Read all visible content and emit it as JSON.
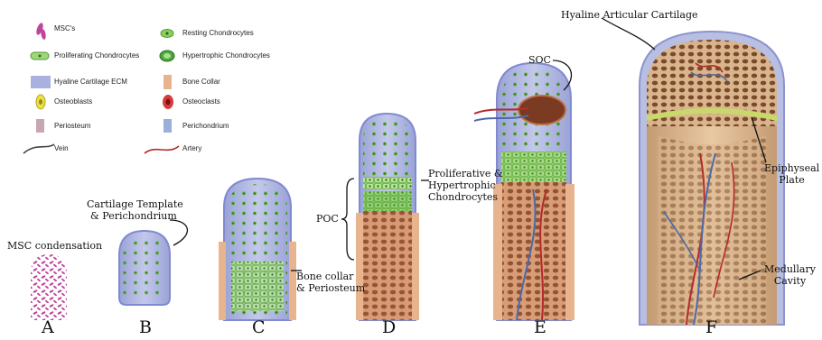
{
  "legend": [
    {
      "label": "MSC's",
      "icon": "msc-icon",
      "color": "#c0459a"
    },
    {
      "label": "Proliferating Chondrocytes",
      "icon": "proliferating-chondrocytes-icon",
      "color": "#8ccf5a"
    },
    {
      "label": "Hyaline Cartilage ECM",
      "icon": "hyaline-ecm-icon",
      "color": "#a9b2df"
    },
    {
      "label": "Osteoblasts",
      "icon": "osteoblast-icon",
      "color": "#e8e14a"
    },
    {
      "label": "Periosteum",
      "icon": "periosteum-icon",
      "color": "#c8a7b3"
    },
    {
      "label": "Vein",
      "icon": "vein-icon",
      "color": "#444444"
    },
    {
      "label": "Resting Chondrocytes",
      "icon": "resting-chondrocytes-icon",
      "color": "#8ccf5a"
    },
    {
      "label": "Hypertrophic Chondrocytes",
      "icon": "hypertrophic-chondrocytes-icon",
      "color": "#4ea63c"
    },
    {
      "label": "Bone Collar",
      "icon": "bone-collar-icon",
      "color": "#e8b48e"
    },
    {
      "label": "Osteoclasts",
      "icon": "osteoclast-icon",
      "color": "#d83b3b"
    },
    {
      "label": "Perichondrium",
      "icon": "perichondrium-icon",
      "color": "#9ab0d8"
    },
    {
      "label": "Artery",
      "icon": "artery-icon",
      "color": "#b52a2a"
    }
  ],
  "labels": {
    "msc_condensation": "MSC condensation",
    "cartilage_template_1": "Cartilage Template",
    "cartilage_template_2": "& Perichondrium",
    "bone_collar_1": "Bone collar",
    "bone_collar_2": "& Periosteum",
    "poc": "POC",
    "prolif_1": "Proliferative &",
    "prolif_2": "Hypertrophic",
    "prolif_3": "Chondrocytes",
    "soc": "SOC",
    "hyaline": "Hyaline Articular Cartilage",
    "epiphyseal_1": "Epiphyseal",
    "epiphyseal_2": "Plate",
    "medullary_1": "Medullary",
    "medullary_2": "Cavity"
  },
  "stages": [
    "A",
    "B",
    "C",
    "D",
    "E",
    "F"
  ]
}
